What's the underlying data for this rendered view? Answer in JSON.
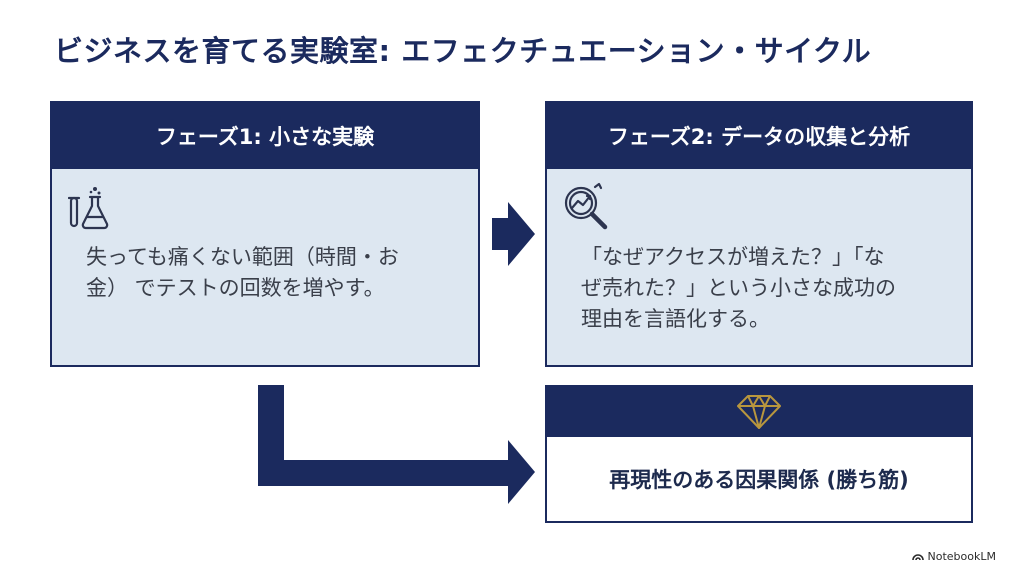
{
  "title": "ビジネスを育てる実験室: エフェクチュエーション・サイクル",
  "phase1": {
    "heading": "フェーズ1: 小さな実験",
    "icon": "lab-flask-icon",
    "line1": "失っても痛くない範囲（時間・お",
    "line2": "金） でテストの回数を増やす。"
  },
  "phase2": {
    "heading": "フェーズ2: データの収集と分析",
    "icon": "magnify-chart-icon",
    "line1": "「なぜアクセスが増えた？」「な",
    "line2": "ぜ売れた？」という小さな成功の",
    "line3": "理由を言語化する。"
  },
  "result": {
    "icon": "diamond-icon",
    "text": "再現性のある因果関係 (勝ち筋)"
  },
  "brand": "NotebookLM",
  "colors": {
    "navy": "#1b2a5e",
    "panel": "#dde7f1",
    "gold": "#b8963e"
  }
}
